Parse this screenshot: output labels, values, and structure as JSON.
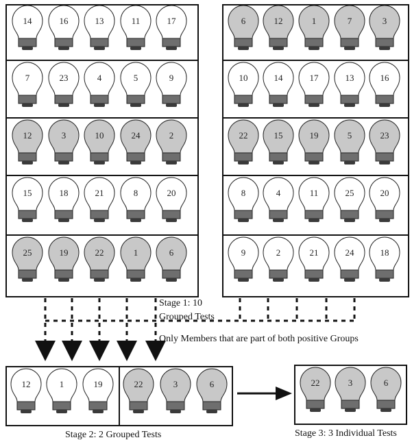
{
  "colors": {
    "white_bulb": "#ffffff",
    "gray_bulb": "#c8c8c8",
    "base": "#6e6e6e",
    "stroke": "#222222"
  },
  "panel_left": {
    "rows": [
      {
        "positive": false,
        "bulbs": [
          "14",
          "16",
          "13",
          "11",
          "17"
        ]
      },
      {
        "positive": false,
        "bulbs": [
          "7",
          "23",
          "4",
          "5",
          "9"
        ]
      },
      {
        "positive": true,
        "bulbs": [
          "12",
          "3",
          "10",
          "24",
          "2"
        ]
      },
      {
        "positive": false,
        "bulbs": [
          "15",
          "18",
          "21",
          "8",
          "20"
        ]
      },
      {
        "positive": true,
        "bulbs": [
          "25",
          "19",
          "22",
          "1",
          "6"
        ]
      }
    ]
  },
  "panel_right": {
    "rows": [
      {
        "positive": true,
        "bulbs": [
          "6",
          "12",
          "1",
          "7",
          "3"
        ]
      },
      {
        "positive": false,
        "bulbs": [
          "10",
          "14",
          "17",
          "13",
          "16"
        ]
      },
      {
        "positive": true,
        "bulbs": [
          "22",
          "15",
          "19",
          "5",
          "23"
        ]
      },
      {
        "positive": false,
        "bulbs": [
          "8",
          "4",
          "11",
          "25",
          "20"
        ]
      },
      {
        "positive": false,
        "bulbs": [
          "9",
          "2",
          "21",
          "24",
          "18"
        ]
      }
    ]
  },
  "stage2": {
    "groups": [
      {
        "positive": false,
        "bulbs": [
          "12",
          "1",
          "19"
        ]
      },
      {
        "positive": true,
        "bulbs": [
          "22",
          "3",
          "6"
        ]
      }
    ]
  },
  "stage3": {
    "bulbs": [
      "22",
      "3",
      "6"
    ],
    "positive": true
  },
  "labels": {
    "stage1_line1": "Stage 1: 10",
    "stage1_line2": "Grouped Tests",
    "members_note": "Only Members that are part of both positive Groups",
    "stage2_caption": "Stage 2: 2 Grouped Tests",
    "stage3_caption": "Stage 3: 3 Individual Tests"
  }
}
